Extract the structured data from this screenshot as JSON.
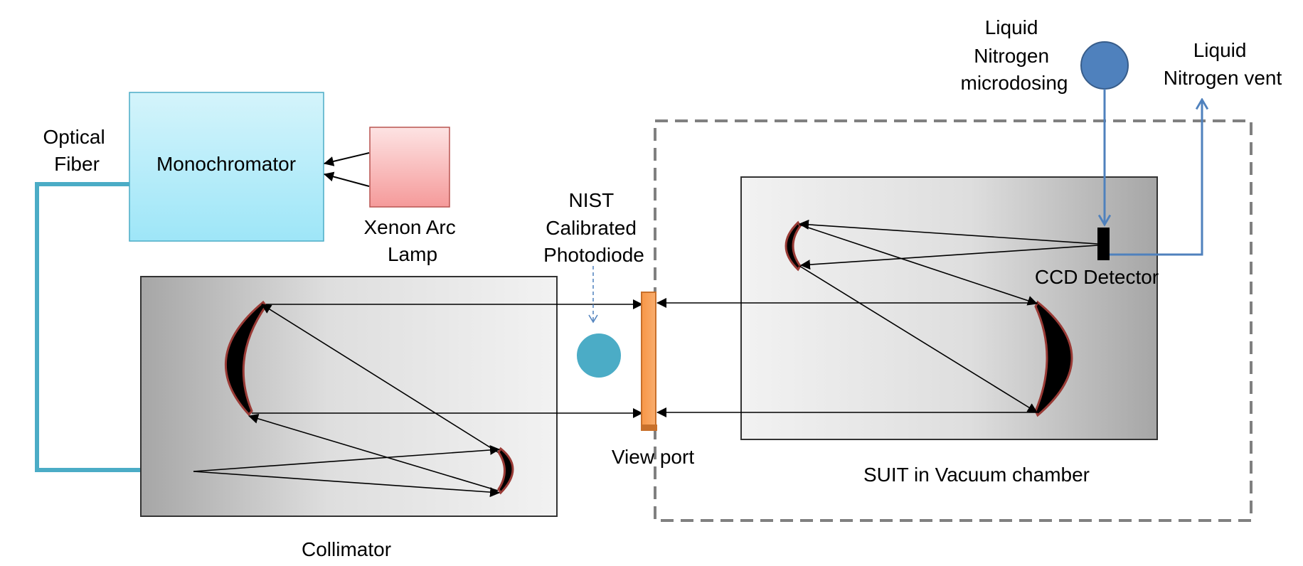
{
  "labels": {
    "optical_fiber": [
      "Optical",
      "Fiber"
    ],
    "monochromator": "Monochromator",
    "lamp": [
      "Xenon Arc",
      "Lamp"
    ],
    "photodiode": [
      "NIST",
      "Calibrated",
      "Photodiode"
    ],
    "ln2_microdosing": [
      "Liquid",
      "Nitrogen",
      "microdosing"
    ],
    "ln2_vent": [
      "Liquid",
      "Nitrogen vent"
    ],
    "ccd": "CCD Detector",
    "viewport": "View port",
    "suit": "SUIT in Vacuum chamber",
    "collimator": "Collimator"
  },
  "colors": {
    "fiber": "#4bacc6",
    "monochromator_fill_top": "#d4f4fb",
    "monochromator_fill_bottom": "#9ee6f8",
    "lamp_fill_top": "#fde3e3",
    "lamp_fill_bottom": "#f59a9a",
    "chamber_box": "#808080",
    "mirror_rim": "#9a3b36",
    "viewport": "#f79646",
    "photodiode": "#4bacc6",
    "ln2_sphere": "#4f81bd",
    "ln2_line": "#4f81bd"
  }
}
